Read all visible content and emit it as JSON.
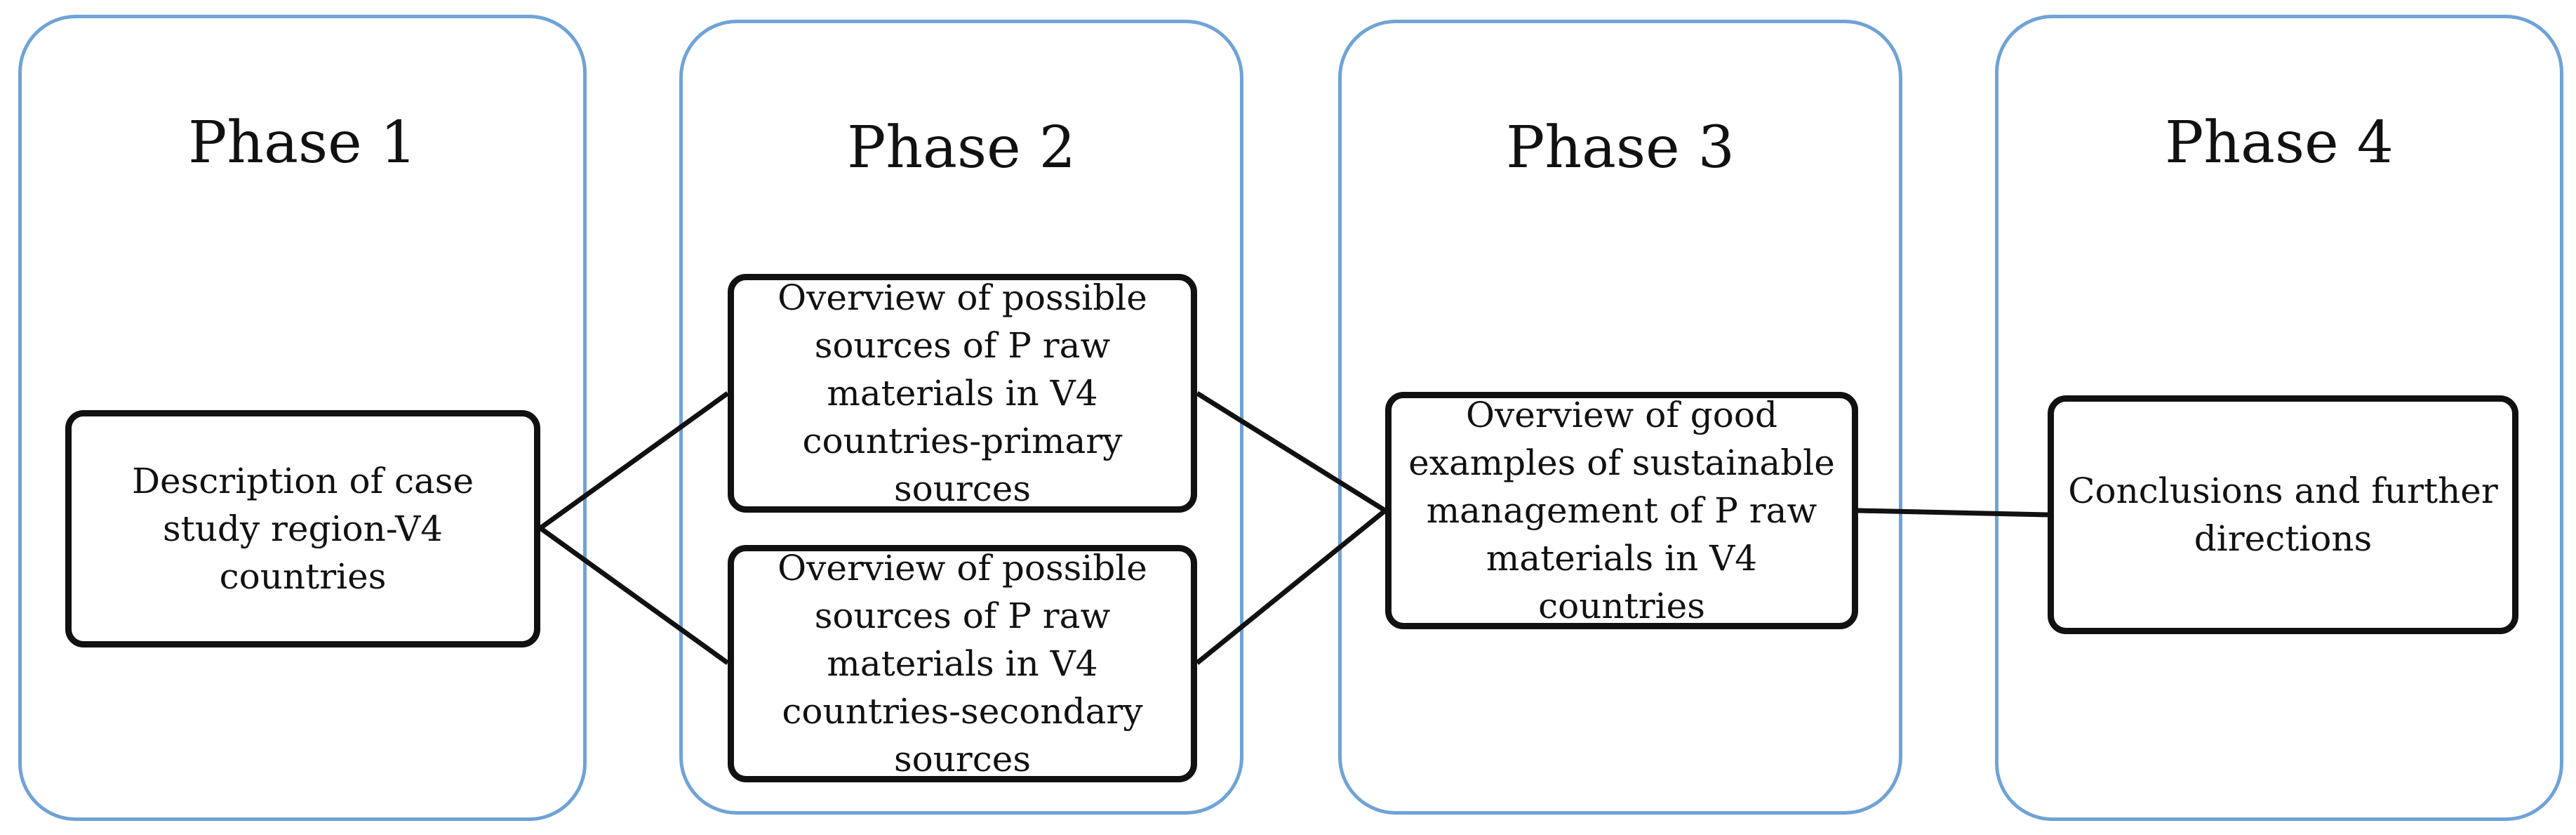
{
  "phases": [
    {
      "title": "Phase 1"
    },
    {
      "title": "Phase 2"
    },
    {
      "title": "Phase 3"
    },
    {
      "title": "Phase 4"
    }
  ],
  "steps": [
    {
      "label": "Description of case study region-V4 countries"
    },
    {
      "label": "Overview of possible sources of P raw materials in V4 countries-primary sources"
    },
    {
      "label": "Overview of possible sources of P raw materials in V4 countries-secondary sources"
    },
    {
      "label": "Overview of good examples of sustainable management of P raw materials in V4 countries"
    },
    {
      "label": "Conclusions and further directions"
    }
  ],
  "colors": {
    "phase_border": "#6fa3d7",
    "box_border": "#111111",
    "connector": "#111111"
  }
}
